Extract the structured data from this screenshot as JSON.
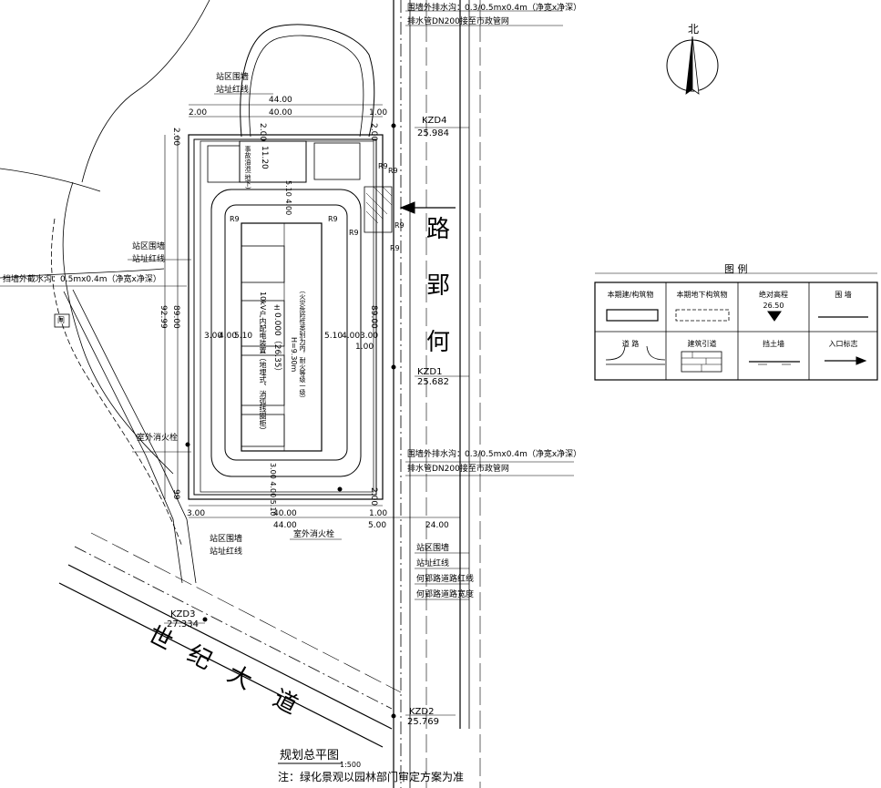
{
  "drawing": {
    "title": "规划总平图",
    "scale": "1:500",
    "note": "注：绿化景观以园林部门审定方案为准"
  },
  "north": {
    "label": "北"
  },
  "roads": {
    "east_road_chars": [
      "何",
      "郢",
      "路"
    ],
    "south_road_chars": [
      "世",
      "纪",
      "大",
      "道"
    ]
  },
  "callouts": {
    "drain_top_1": "围墙外排水沟：0.3/0.5mx0.4m（净宽x净深）",
    "drain_top_2": "排水管DN200接至市政管网",
    "drain_mid_1": "围墙外排水沟：0.3/0.5mx0.4m（净宽x净深）",
    "drain_mid_2": "排水管DN200接至市政管网",
    "retaining_drain": "挡墙外截水沟：0.5mx0.4m（净宽x净深）",
    "site_wall_top": "站区围墙",
    "site_red_top": "站址红线",
    "site_wall_left": "站区围墙",
    "site_red_left": "站址红线",
    "hydrant_left": "室外消火栓",
    "hydrant_bottom": "室外消火栓",
    "site_wall_bottom": "站区围墙",
    "site_red_bottom": "站址红线",
    "site_wall_right": "站区围墙",
    "site_red_right": "站址红线",
    "road_red_right": "何郢路道路红线",
    "road_width_right": "何郢路道路宽度",
    "gate": "闸"
  },
  "control_points": [
    {
      "id": "KZD4",
      "elev": "25.984"
    },
    {
      "id": "KZD1",
      "elev": "25.682"
    },
    {
      "id": "KZD3",
      "elev": "27.334"
    },
    {
      "id": "KZD2",
      "elev": "25.769"
    }
  ],
  "dimensions": {
    "top_overall": "44.00",
    "top_inner": "40.00",
    "top_left": "2.00",
    "top_right": "1.00",
    "bottom_overall": "44.00",
    "bottom_inner": "40.00",
    "bottom_left": "3.00",
    "bottom_right": "1.00",
    "bottom_road": "5.00",
    "bottom_right_ext": "24.00",
    "left_outer": "92.99",
    "left_inner": "89.00",
    "left_top": "2.00",
    "left_bottom": "99",
    "right_inner": "89.00",
    "right_top": "2.00",
    "right_bottom": "2.00",
    "building_h": "11.20",
    "building_w": "2.00",
    "pool_label": "事故油池(地下)",
    "inner_1": "3.00",
    "inner_2": "4.00",
    "inner_3": "5.10",
    "inner_4": "5.10",
    "inner_5": "4.00",
    "inner_6": "1.00",
    "inner_7": "3.00",
    "road_dims_top": "5.10 4.00",
    "road_dims_bottom": "3.00 4.00 5.10"
  },
  "building": {
    "name": "10kV户内配电装置（地埋式、消弧线圈柜）",
    "elev_label": "±0.000（26.35）",
    "height_note": "H=9.30m",
    "fire_note": "（火灾危险性类别为丙，耐火等级一级）"
  },
  "radius_labels": [
    "R9",
    "R9",
    "R9",
    "R9",
    "R9",
    "R9",
    "R9"
  ],
  "legend": {
    "title": "图 例",
    "headers": [
      "本期建/构筑物",
      "本期地下构筑物",
      "绝对高程",
      "围   墙"
    ],
    "elev_sample": "26.50",
    "row2": [
      "道   路",
      "建筑引道",
      "挡土墙",
      "入口标志"
    ]
  }
}
